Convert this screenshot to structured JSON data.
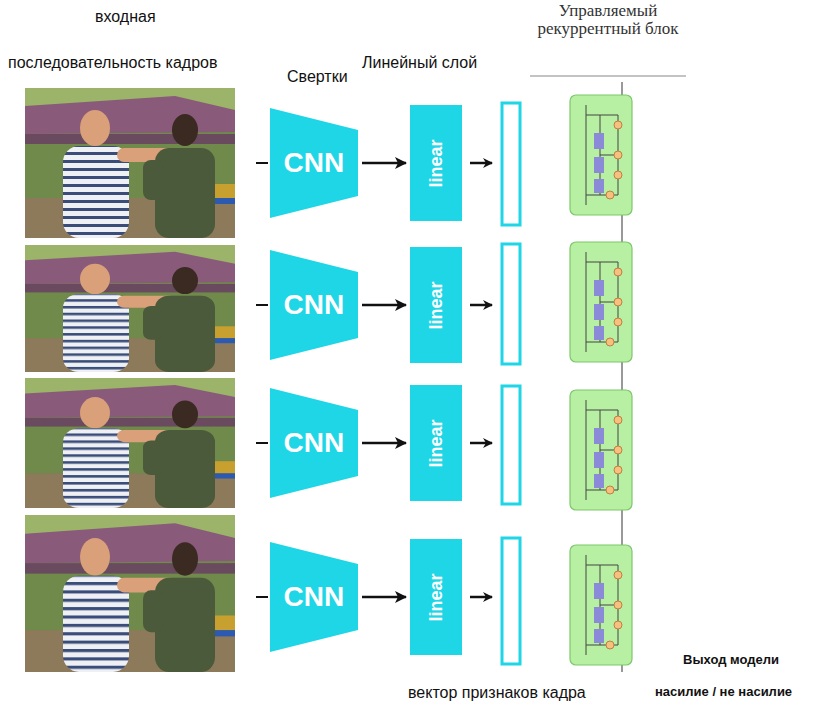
{
  "diagram": {
    "nodes": [
      {
        "text": [
          "CNN"
        ]
      },
      {
        "text": [
          "linear"
        ]
      },
      {
        "text": [
          "CNN"
        ]
      },
      {
        "text": [
          "linear"
        ]
      },
      {
        "text": [
          "CNN"
        ]
      },
      {
        "text": [
          "linear"
        ]
      },
      {
        "text": [
          "CNN"
        ]
      },
      {
        "text": [
          "linear"
        ]
      }
    ],
    "edges": [
      {
        "from": 0,
        "to": 1,
        "arrow": "to"
      },
      {
        "from": 2,
        "to": 3,
        "arrow": "to"
      },
      {
        "from": 4,
        "to": 5,
        "arrow": "to"
      },
      {
        "from": 6,
        "to": 7,
        "arrow": "to"
      }
    ],
    "labels": [
      "входная",
      "последовательность кадров",
      "Свертки",
      "Линейный слой",
      "Управляемый рекуррентный блок",
      "вектор признаков кадра",
      "Выход модели",
      "насилие / не насилие"
    ]
  }
}
